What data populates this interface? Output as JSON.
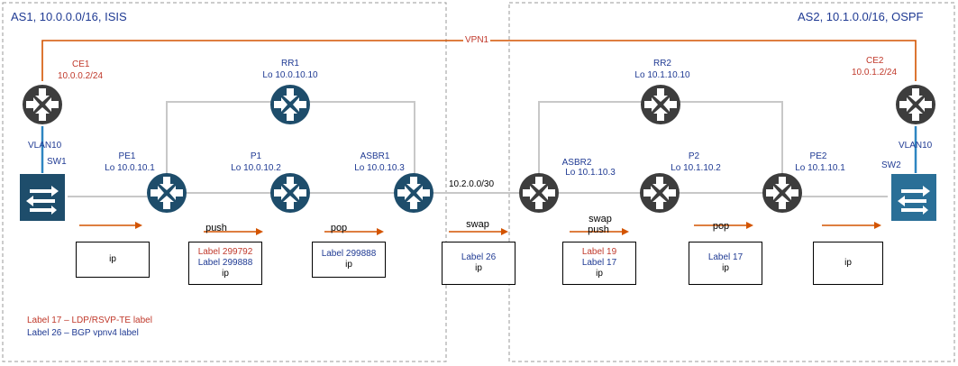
{
  "as1": {
    "title": "AS1, 10.0.0.0/16, ISIS"
  },
  "as2": {
    "title": "AS2, 10.1.0.0/16, OSPF"
  },
  "vpn": {
    "label": "VPN1"
  },
  "ce1": {
    "name": "CE1",
    "addr": "10.0.0.2/24"
  },
  "ce2": {
    "name": "CE2",
    "addr": "10.0.1.2/24"
  },
  "rr1": {
    "name": "RR1",
    "lo": "Lo 10.0.10.10"
  },
  "rr2": {
    "name": "RR2",
    "lo": "Lo 10.1.10.10"
  },
  "pe1": {
    "name": "PE1",
    "lo": "Lo 10.0.10.1"
  },
  "p1": {
    "name": "P1",
    "lo": "Lo 10.0.10.2"
  },
  "asbr1": {
    "name": "ASBR1",
    "lo": "Lo 10.0.10.3"
  },
  "asbr2": {
    "name": "ASBR2",
    "lo": "Lo 10.1.10.3"
  },
  "p2": {
    "name": "P2",
    "lo": "Lo 10.1.10.2"
  },
  "pe2": {
    "name": "PE2",
    "lo": "Lo 10.1.10.1"
  },
  "sw1": {
    "name": "SW1",
    "vlan": "VLAN10"
  },
  "sw2": {
    "name": "SW2",
    "vlan": "VLAN10"
  },
  "interlink": {
    "subnet": "10.2.0.0/30"
  },
  "ops": {
    "push1": "push",
    "pop1": "pop",
    "swap1": "swap",
    "swap2": "swap",
    "push2": "push",
    "pop2": "pop"
  },
  "packets": {
    "p1": {
      "ip": "ip"
    },
    "p2": {
      "l1": "Label 299792",
      "l2": "Label 299888",
      "ip": "ip"
    },
    "p3": {
      "l1": "Label 299888",
      "ip": "ip"
    },
    "p4": {
      "l1": "Label 26",
      "ip": "ip"
    },
    "p5": {
      "l1": "Label 19",
      "l2": "Label 17",
      "ip": "ip"
    },
    "p6": {
      "l1": "Label 17",
      "ip": "ip"
    },
    "p7": {
      "ip": "ip"
    }
  },
  "legend": {
    "line1": "Label 17 – LDP/RSVP-TE label",
    "line2": "Label 26 – BGP vpnv4 label"
  },
  "colors": {
    "red": "#c0392b",
    "blue": "#1f3a93",
    "router": "#1e4d6b",
    "ce": "#3d3d3d",
    "link": "#bdbdbd",
    "access": "#2e86c1"
  }
}
